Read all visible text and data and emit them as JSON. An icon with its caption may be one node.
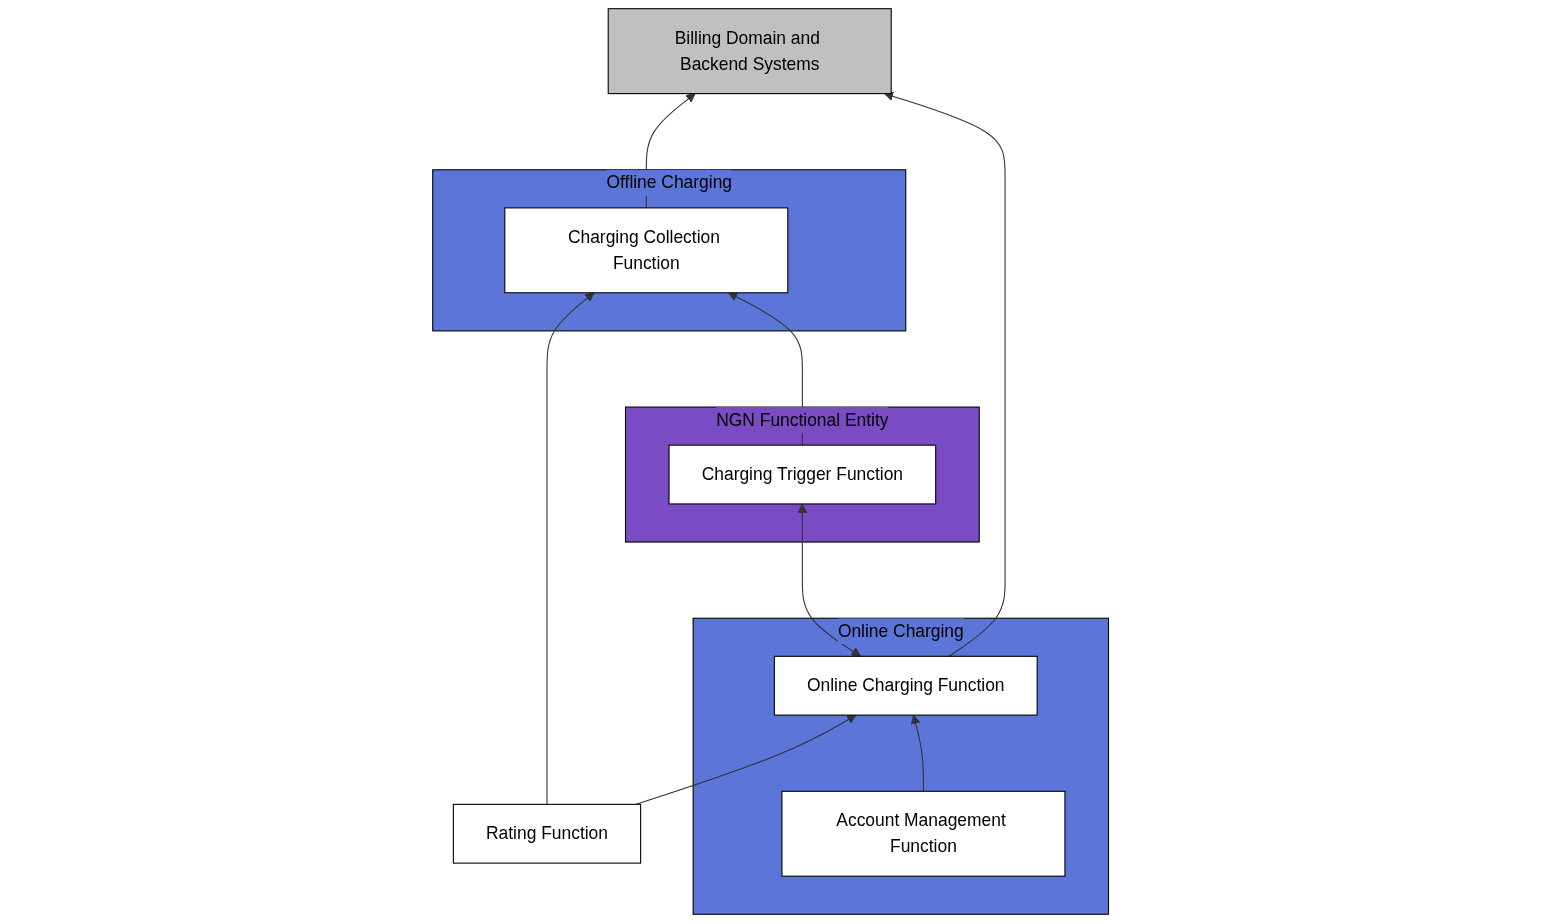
{
  "diagram": {
    "nodes": [
      {
        "text": [
          "Billing Domain and Backend Systems"
        ]
      },
      {
        "text": [
          "Offline Charging"
        ]
      },
      {
        "text": [
          "Charging Collection Function"
        ],
        "in": 1
      },
      {
        "text": [
          "Rating Function"
        ]
      },
      {
        "text": [
          "Online Charging"
        ]
      },
      {
        "text": [
          "Account Management Function"
        ],
        "in": 4
      },
      {
        "text": [
          "Online Charging Function"
        ],
        "in": 4
      },
      {
        "text": [
          "NGN Functional Entity"
        ]
      },
      {
        "text": [
          "Charging Trigger Function"
        ],
        "in": 7
      }
    ],
    "edges": [
      {
        "from": 2,
        "to": 0,
        "arrow": "to"
      },
      {
        "from": 6,
        "to": 0,
        "arrow": "to"
      },
      {
        "from": 3,
        "to": 2,
        "arrow": "to"
      },
      {
        "from": 3,
        "to": 6,
        "arrow": "to"
      },
      {
        "from": 5,
        "to": 6,
        "arrow": "to"
      },
      {
        "from": 8,
        "to": 2,
        "arrow": "to"
      },
      {
        "from": 6,
        "to": 8,
        "arrow": "both"
      }
    ]
  }
}
